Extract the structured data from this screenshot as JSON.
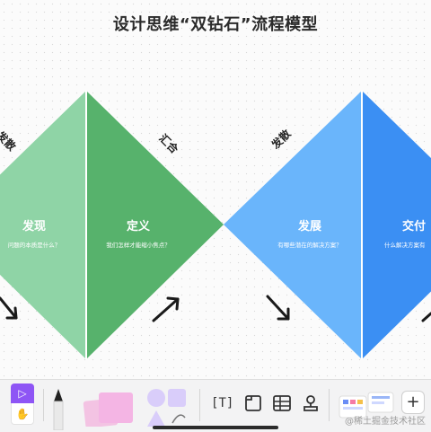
{
  "title": "设计思维“双钻石”流程模型",
  "colors": {
    "discover": "#8fd4a6",
    "define": "#57b26c",
    "develop": "#6ab5fb",
    "deliver": "#3b8ff3",
    "label_dark": "#222222",
    "toolbar_accent": "#8e55f5"
  },
  "diamonds": [
    {
      "phase_labels": {
        "diverge": "发散",
        "converge": "汇合"
      },
      "left": {
        "title": "发现",
        "subtitle": "问题的本质是什么？"
      },
      "right": {
        "title": "定义",
        "subtitle": "我们怎样才能缩小焦点？"
      }
    },
    {
      "phase_labels": {
        "diverge": "发散",
        "converge": ""
      },
      "left": {
        "title": "发展",
        "subtitle": "有哪些潜在的解决方案？"
      },
      "right": {
        "title": "交付",
        "subtitle": "什么解决方案有"
      }
    }
  ],
  "toolbar": {
    "tools": [
      "pointer-icon",
      "hand-icon",
      "pen-icon",
      "sticky-note-icon",
      "shapes-icon",
      "text-icon",
      "frame-icon",
      "table-icon",
      "stamp-icon",
      "templates-icon",
      "plus-icon"
    ],
    "text_tool_label": "T",
    "plus_label": "+"
  },
  "watermark": "@稀土掘金技术社区"
}
